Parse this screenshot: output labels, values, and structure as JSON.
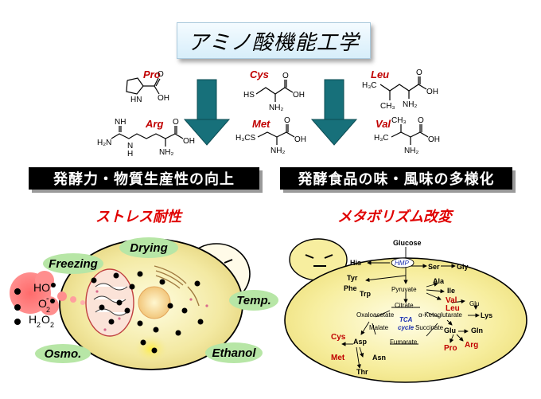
{
  "title": "アミノ酸機能工学",
  "amino_acids": [
    "Pro",
    "Cys",
    "Leu",
    "Arg",
    "Met",
    "Val"
  ],
  "banners": {
    "left": "発酵力・物質生産性の向上",
    "right": "発酵食品の味・風味の多様化"
  },
  "headings": {
    "left": "ストレス耐性",
    "right": "メタボリズム改変"
  },
  "stresses": [
    "Freezing",
    "Drying",
    "Temp.",
    "Ethanol",
    "Osmo."
  ],
  "ros": {
    "ho": "HO",
    "o2": "O",
    "o2_sub": "2",
    "o2_sup": "-",
    "h2o2_h1": "H",
    "h2o2_sub1": "2",
    "h2o2_o": "O",
    "h2o2_sub2": "2"
  },
  "chem": {
    "h2n": "H₂N",
    "nh2": "NH₂",
    "oh": "OH",
    "o": "O",
    "hn": "HN",
    "nh": "NH",
    "n": "N",
    "h": "H",
    "hs": "HS",
    "h3c": "H₃C",
    "ch3": "CH₃",
    "h3cs": "H₃CS"
  },
  "metabolism": {
    "glucose": "Glucose",
    "hmp": "HMP",
    "his": "His",
    "ser": "Ser",
    "gly": "Gly",
    "tyr": "Tyr",
    "phe": "Phe",
    "trp": "Trp",
    "pyruvate": "Pyruvate",
    "ala": "Ala",
    "ile": "Ile",
    "val": "Val",
    "leu": "Leu",
    "glu_top": "Glu",
    "lys": "Lys",
    "citrate": "Citrate",
    "oxaloacetate": "Oxaloacetate",
    "ketoglutarate": "α-Ketoglutarate",
    "tca1": "TCA",
    "tca2": "cycle",
    "malate": "Malate",
    "succinate": "Succinate",
    "fumarate": "Fumarate",
    "glu": "Glu",
    "gln": "Gln",
    "cys": "Cys",
    "met": "Met",
    "asp": "Asp",
    "asn": "Asn",
    "thr": "Thr",
    "pro": "Pro",
    "arg": "Arg"
  }
}
